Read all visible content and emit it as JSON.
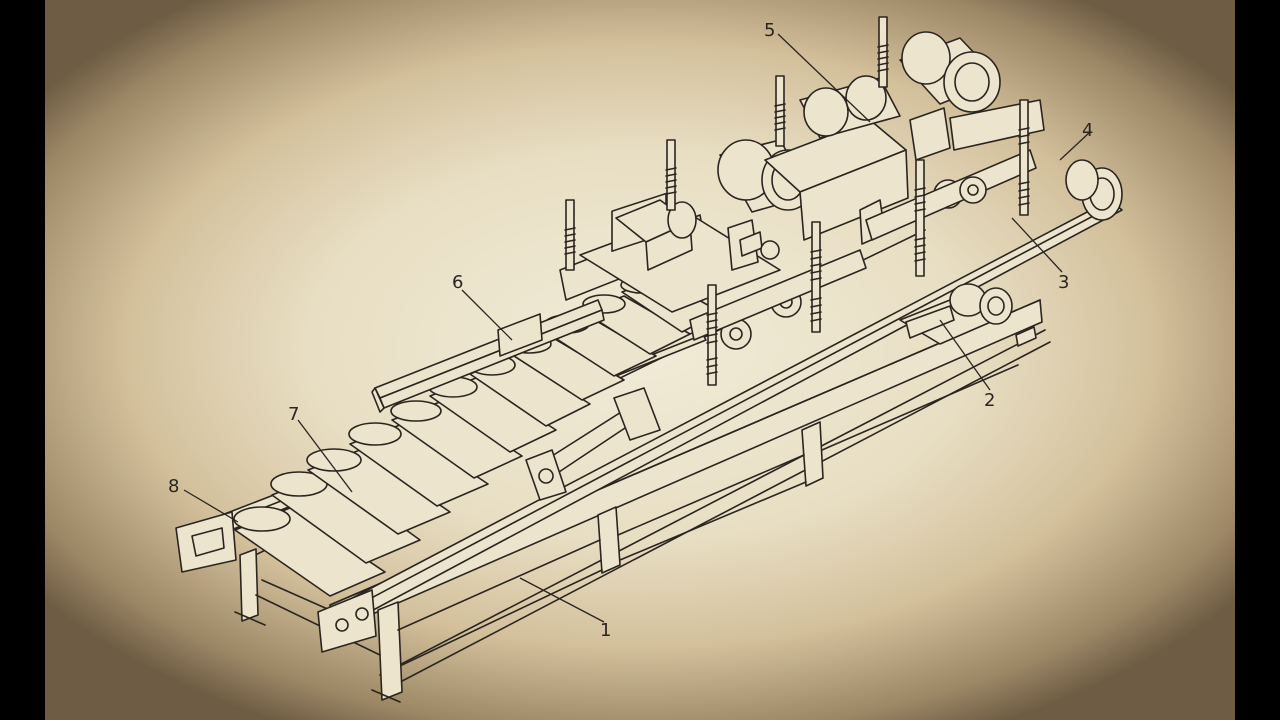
{
  "diagram": {
    "callouts": [
      {
        "id": "1",
        "label": "1"
      },
      {
        "id": "2",
        "label": "2"
      },
      {
        "id": "3",
        "label": "3"
      },
      {
        "id": "4",
        "label": "4"
      },
      {
        "id": "5",
        "label": "5"
      },
      {
        "id": "6",
        "label": "6"
      },
      {
        "id": "7",
        "label": "7"
      },
      {
        "id": "8",
        "label": "8"
      }
    ]
  },
  "colors": {
    "ink": "#2b2520",
    "paper": "#ece4cc",
    "vignette": "#6e5c44",
    "letterbox": "#000000"
  }
}
